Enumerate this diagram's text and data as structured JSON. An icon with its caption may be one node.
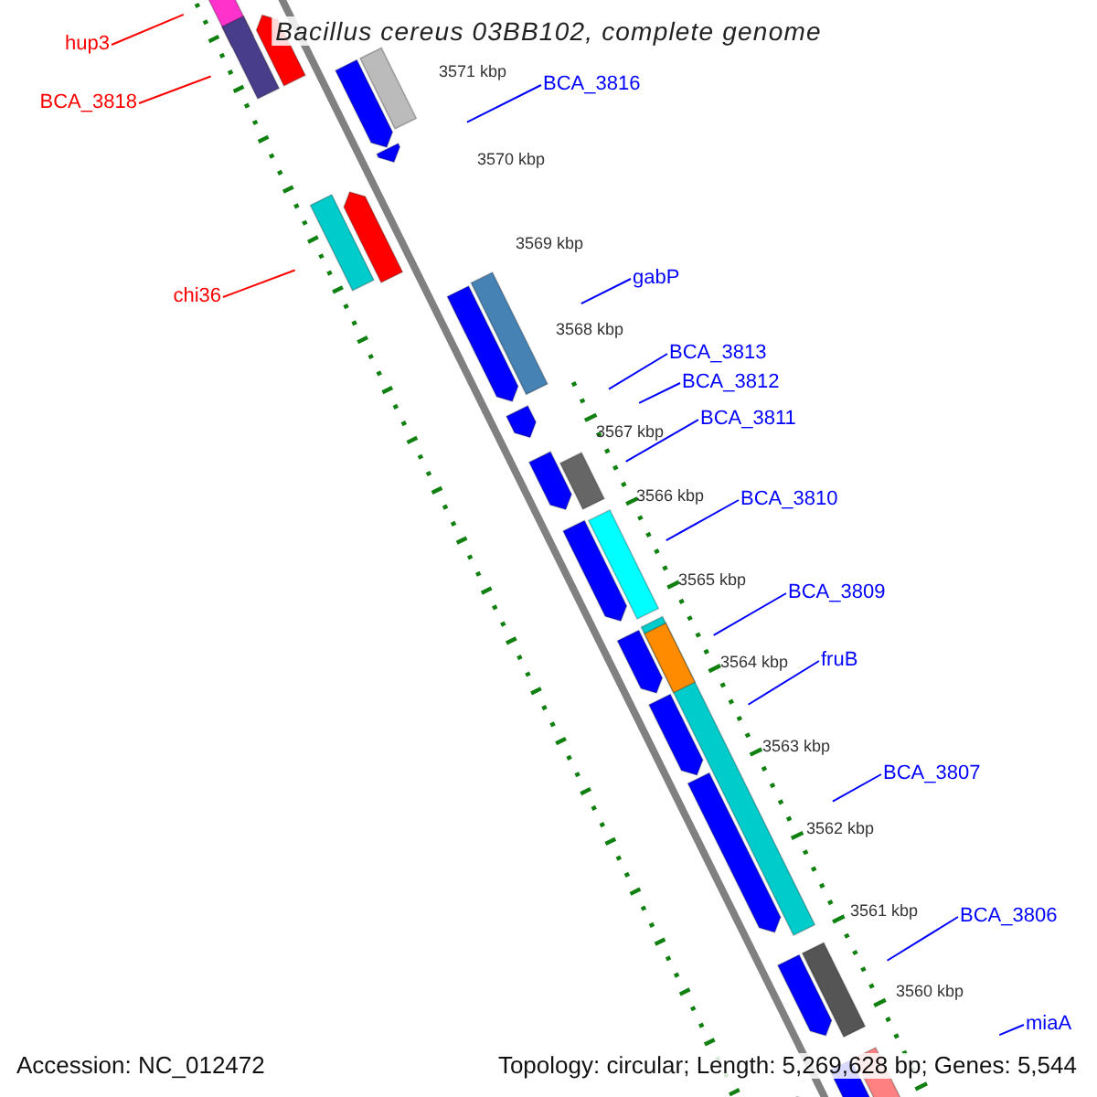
{
  "diagram": {
    "title": "Bacillus cereus 03BB102, complete genome",
    "nodes": [
      {
        "text": [
          "hup3"
        ]
      },
      {
        "text": [
          "BCA_3818"
        ]
      },
      {
        "text": [
          "chi36"
        ]
      },
      {
        "text": [
          "BCA_3816"
        ]
      },
      {
        "text": [
          "gabP"
        ]
      },
      {
        "text": [
          "BCA_3813"
        ]
      },
      {
        "text": [
          "BCA_3812"
        ]
      },
      {
        "text": [
          "BCA_3811"
        ]
      },
      {
        "text": [
          "BCA_3810"
        ]
      },
      {
        "text": [
          "BCA_3809"
        ]
      },
      {
        "text": [
          "fruB"
        ]
      },
      {
        "text": [
          "BCA_3807"
        ]
      },
      {
        "text": [
          "BCA_3806"
        ]
      },
      {
        "text": [
          "miaA"
        ]
      }
    ],
    "edges": [
      {
        "from": 0,
        "to": null,
        "arrow": "none",
        "color": "#ff0000"
      },
      {
        "from": 1,
        "to": null,
        "arrow": "none",
        "color": "#ff0000"
      },
      {
        "from": 2,
        "to": null,
        "arrow": "none",
        "color": "#ff0000"
      },
      {
        "from": 3,
        "to": null,
        "arrow": "none"
      },
      {
        "from": 4,
        "to": null,
        "arrow": "none"
      },
      {
        "from": 5,
        "to": null,
        "arrow": "none"
      },
      {
        "from": 6,
        "to": null,
        "arrow": "none"
      },
      {
        "from": 7,
        "to": null,
        "arrow": "none"
      },
      {
        "from": 8,
        "to": null,
        "arrow": "none"
      },
      {
        "from": 9,
        "to": null,
        "arrow": "none"
      },
      {
        "from": 10,
        "to": null,
        "arrow": "none"
      },
      {
        "from": 11,
        "to": null,
        "arrow": "none"
      },
      {
        "from": 12,
        "to": null,
        "arrow": "none"
      },
      {
        "from": 13,
        "to": null,
        "arrow": "none"
      }
    ],
    "labels": [
      "3571 kbp",
      "3570 kbp",
      "3569 kbp",
      "3568 kbp",
      "3567 kbp",
      "3566 kbp",
      "3565 kbp",
      "3564 kbp",
      "3563 kbp",
      "3562 kbp",
      "3561 kbp",
      "3560 kbp",
      "Accession: NC_012472",
      "Topology: circular; Length: 5,269,628 bp; Genes: 5,544"
    ]
  }
}
